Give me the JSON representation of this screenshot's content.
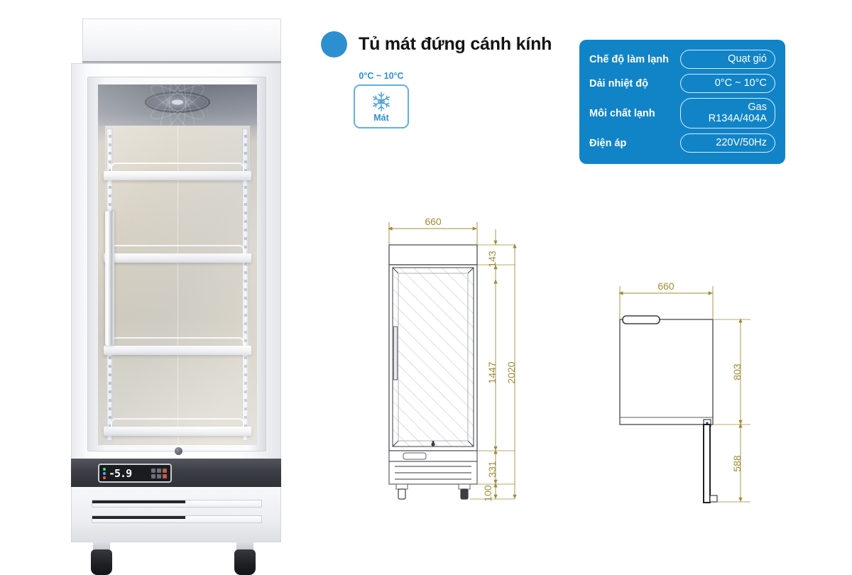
{
  "title": "Tủ mát đứng cánh kính",
  "badge": {
    "range": "0°C ~ 10°C",
    "label": "Mát",
    "icon": "snowflake-icon"
  },
  "spec": {
    "rows": [
      {
        "key": "Chế độ làm lạnh",
        "value": "Quạt gió"
      },
      {
        "key": "Dải nhiệt độ",
        "value": "0°C ~ 10°C"
      },
      {
        "key": "Môi chất lạnh",
        "value": "Gas R134A/404A"
      },
      {
        "key": "Điện áp",
        "value": "220V/50Hz"
      }
    ]
  },
  "product": {
    "display_readout": "-5.9"
  },
  "drawings": {
    "front": {
      "width": "660",
      "canopy": "143",
      "door": "1447",
      "total": "2020",
      "base": "331",
      "caster": "100"
    },
    "top": {
      "width": "660",
      "depth": "803",
      "door_swing": "588"
    }
  },
  "colors": {
    "accent": "#2E8FD0",
    "panel": "#1184C8",
    "dimension": "#A08B3A"
  }
}
